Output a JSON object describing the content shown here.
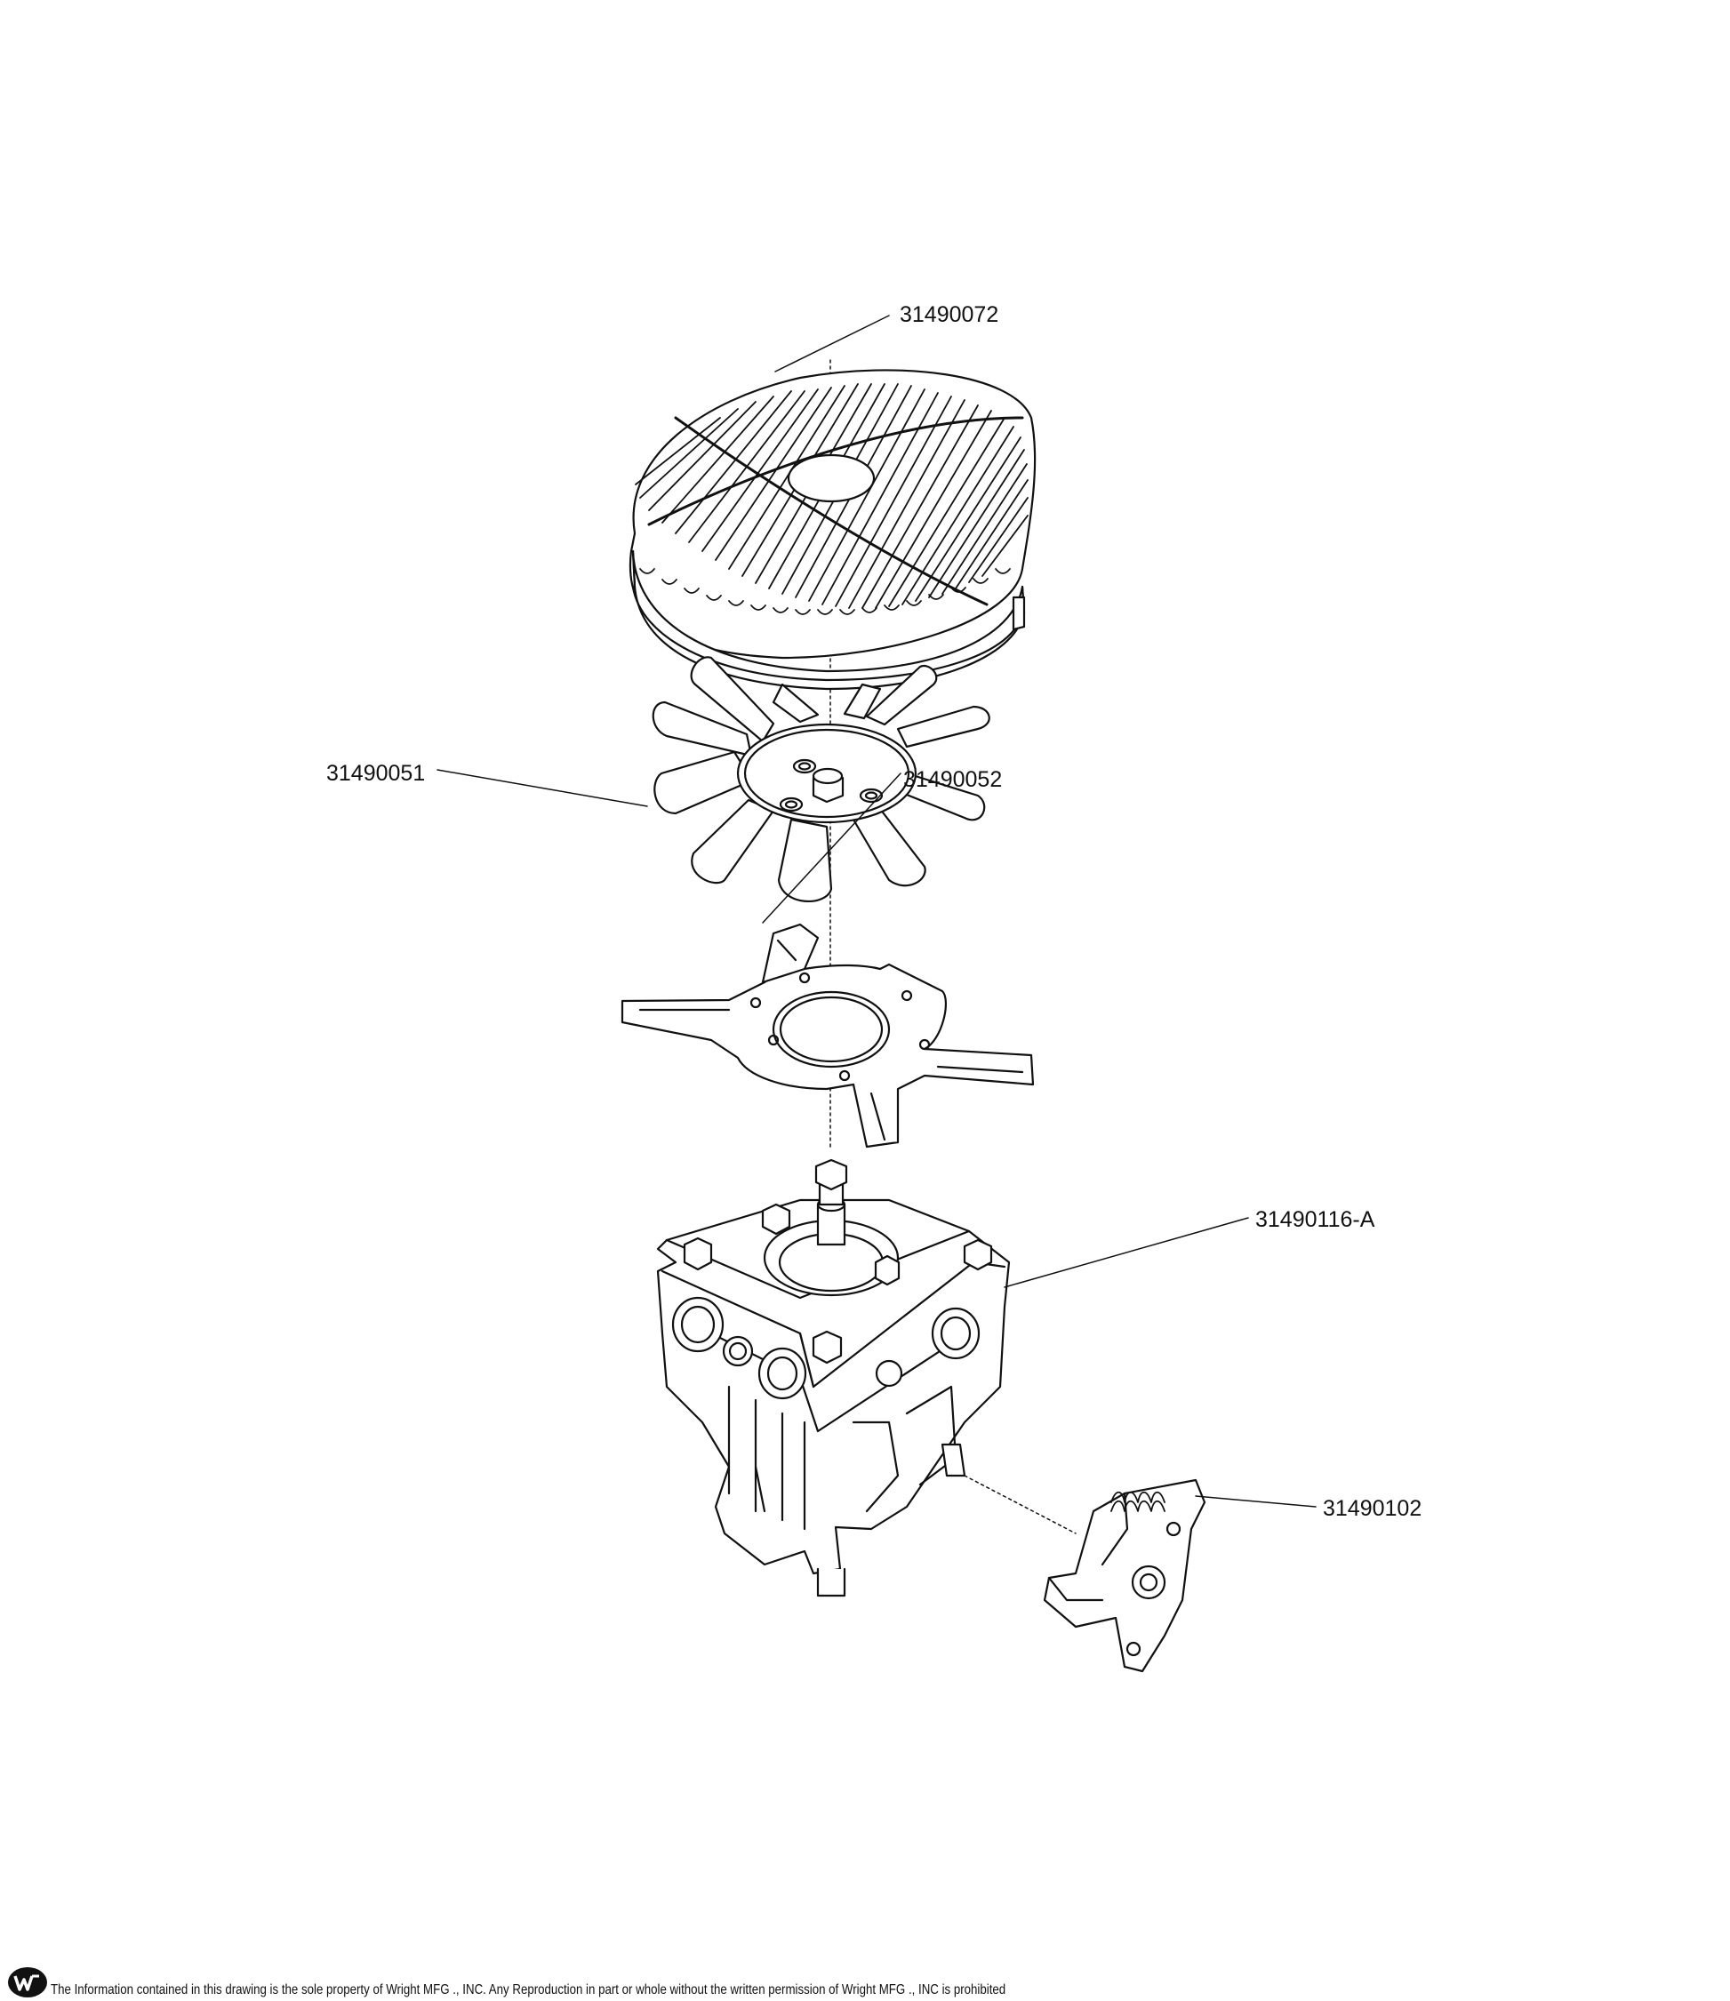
{
  "callouts": {
    "housing_cover": "31490072",
    "fan": "31490051",
    "fan_hardware": "31490052",
    "transmission": "31490116-A",
    "bracket_assembly": "31490102"
  },
  "footer": {
    "logo_icon": "wright-w-logo-icon",
    "notice": "The Information contained in this drawing is the sole property of Wright MFG ., INC. Any Reproduction in part or whole without the written permission of Wright MFG ., INC is prohibited"
  },
  "colors": {
    "ink": "#111111",
    "background": "#ffffff"
  }
}
